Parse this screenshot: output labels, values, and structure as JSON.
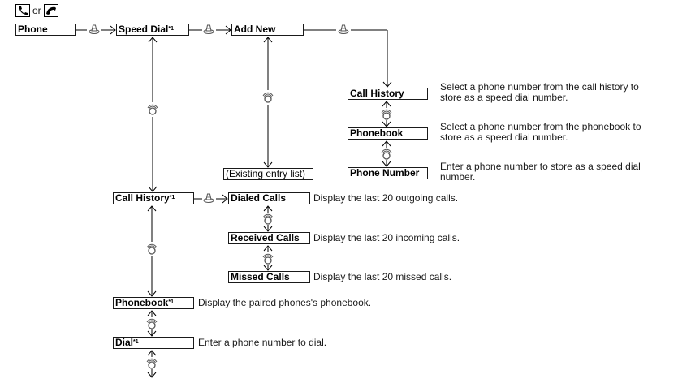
{
  "header": {
    "icons": [
      "phone-pickup-icon",
      "phone-hangup-icon"
    ],
    "or_label": "or"
  },
  "nodes": {
    "phone": {
      "label": "Phone"
    },
    "speed_dial": {
      "label": "Speed Dial",
      "note": "*1"
    },
    "add_new": {
      "label": "Add New"
    },
    "existing_entry_list": {
      "label": "(Existing entry list)"
    },
    "add_call_history": {
      "label": "Call History",
      "description": [
        "Select a phone number from the call history to",
        "store as a speed dial number."
      ]
    },
    "add_phonebook": {
      "label": "Phonebook",
      "description": [
        "Select a phone number from the phonebook to",
        "store as a speed dial number."
      ]
    },
    "add_phone_number": {
      "label": "Phone Number",
      "description": [
        "Enter a phone number to store as a speed dial",
        "number."
      ]
    },
    "call_history": {
      "label": "Call History",
      "note": "*1"
    },
    "dialed_calls": {
      "label": "Dialed Calls",
      "description": "Display the last 20 outgoing calls."
    },
    "received_calls": {
      "label": "Received Calls",
      "description": "Display the last 20 incoming calls."
    },
    "missed_calls": {
      "label": "Missed Calls",
      "description": "Display the last 20 missed calls."
    },
    "phonebook": {
      "label": "Phonebook",
      "note": "*1",
      "description": "Display the paired phones's phonebook."
    },
    "dial": {
      "label": "Dial",
      "note": "*1",
      "description": "Enter a phone number to dial."
    }
  },
  "connector_icons": {
    "select": "enter-knob-icon",
    "rotate": "selector-knob-icon"
  }
}
